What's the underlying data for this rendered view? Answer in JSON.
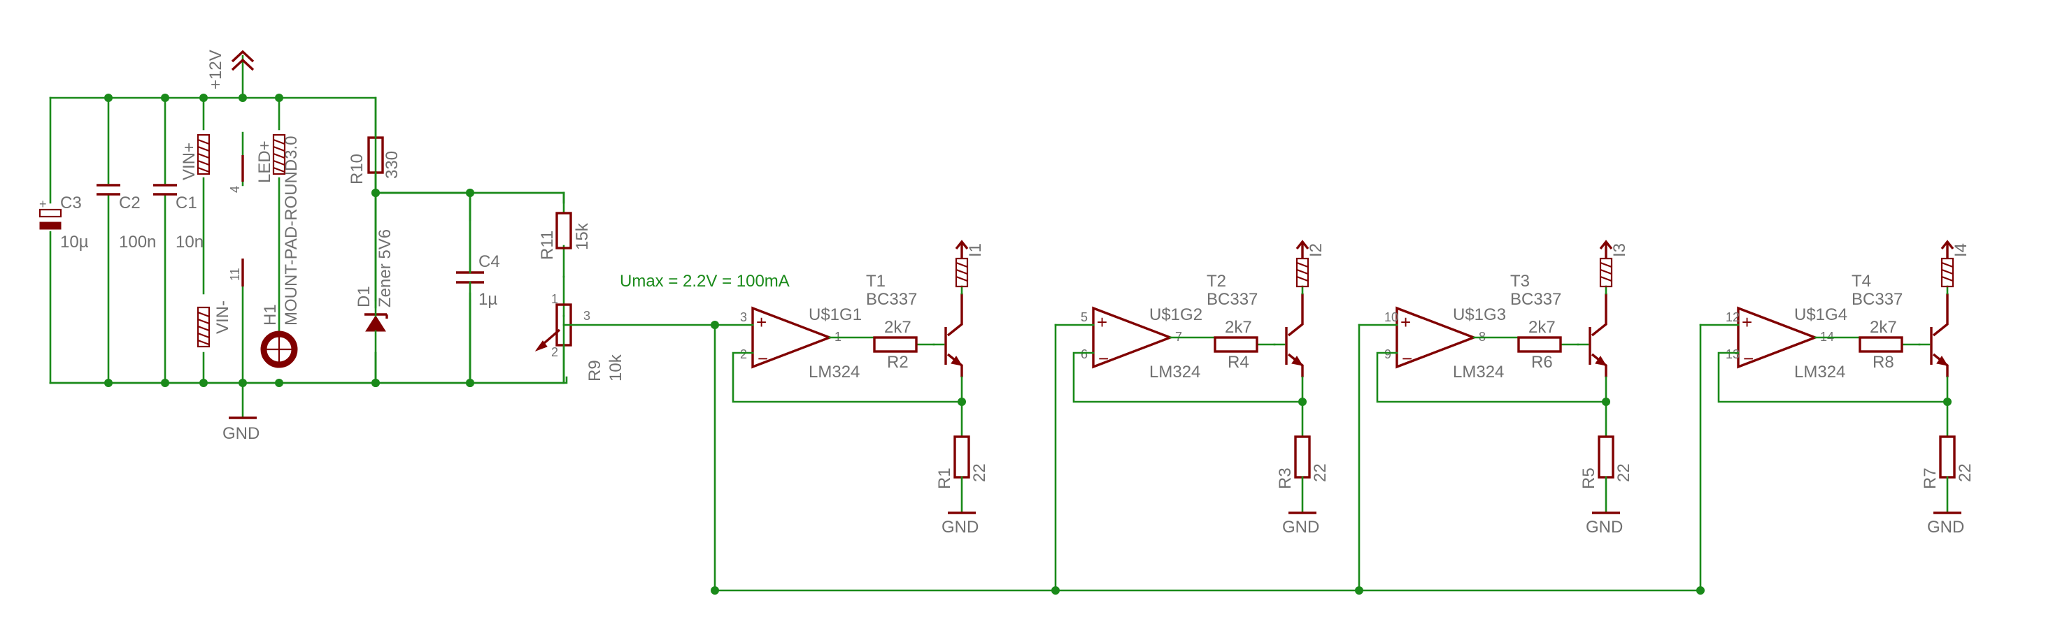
{
  "supply": {
    "label": "+12V"
  },
  "ground": {
    "label": "GND"
  },
  "c3": {
    "name": "C3",
    "value": "10µ"
  },
  "c2": {
    "name": "C2",
    "value": "100n"
  },
  "c1": {
    "name": "C1",
    "value": "10n"
  },
  "c4": {
    "name": "C4",
    "value": "1µ"
  },
  "vin_plus": {
    "label": "VIN+"
  },
  "vin_minus": {
    "label": "VIN-"
  },
  "led_plus": {
    "label": "LED+"
  },
  "power_pins": {
    "top": "4",
    "bottom": "11"
  },
  "h1": {
    "name": "H1",
    "value": "MOUNT-PAD-ROUND3.0"
  },
  "r10": {
    "name": "R10",
    "value": "330"
  },
  "d1": {
    "name": "D1",
    "value": "Zener 5V6"
  },
  "r11": {
    "name": "R11",
    "value": "15k"
  },
  "r9": {
    "name": "R9",
    "value": "10k",
    "pin1": "1",
    "pin2": "2",
    "pin3": "3"
  },
  "note": "Umax = 2.2V = 100mA",
  "stages": [
    {
      "opamp": "U$1G1",
      "opamp_type": "LM324",
      "in_plus": "3",
      "in_minus": "2",
      "out": "1",
      "transistor": "T1",
      "transistor_type": "BC337",
      "base_res": "R2",
      "base_val": "2k7",
      "emit_res": "R1",
      "emit_val": "22",
      "output": "I1"
    },
    {
      "opamp": "U$1G2",
      "opamp_type": "LM324",
      "in_plus": "5",
      "in_minus": "6",
      "out": "7",
      "transistor": "T2",
      "transistor_type": "BC337",
      "base_res": "R4",
      "base_val": "2k7",
      "emit_res": "R3",
      "emit_val": "22",
      "output": "I2"
    },
    {
      "opamp": "U$1G3",
      "opamp_type": "LM324",
      "in_plus": "10",
      "in_minus": "9",
      "out": "8",
      "transistor": "T3",
      "transistor_type": "BC337",
      "base_res": "R6",
      "base_val": "2k7",
      "emit_res": "R5",
      "emit_val": "22",
      "output": "I3"
    },
    {
      "opamp": "U$1G4",
      "opamp_type": "LM324",
      "in_plus": "12",
      "in_minus": "13",
      "out": "14",
      "transistor": "T4",
      "transistor_type": "BC337",
      "base_res": "R8",
      "base_val": "2k7",
      "emit_res": "R7",
      "emit_val": "22",
      "output": "I4"
    }
  ]
}
